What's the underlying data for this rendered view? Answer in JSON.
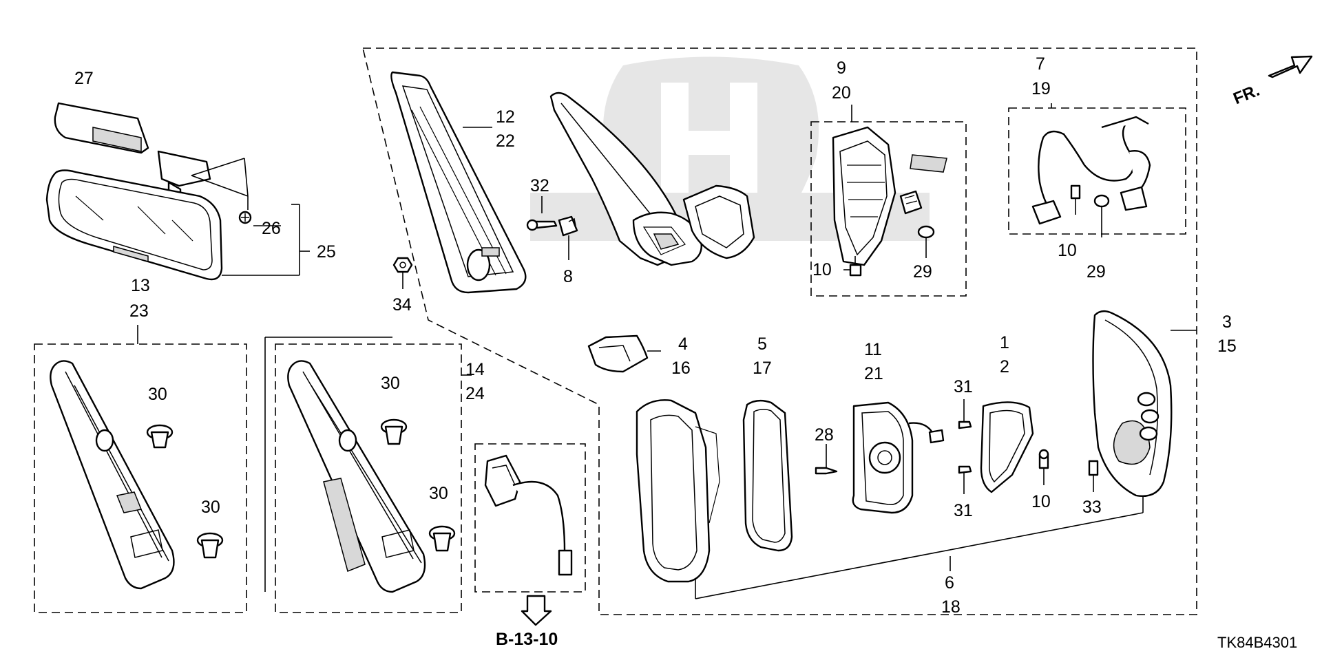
{
  "diagram": {
    "code": "TK84B4301",
    "section_ref": "B-13-10",
    "direction_label": "FR."
  },
  "callouts": [
    {
      "id": "c27",
      "text": "27"
    },
    {
      "id": "c12",
      "text": "12"
    },
    {
      "id": "c22",
      "text": "22"
    },
    {
      "id": "c32",
      "text": "32"
    },
    {
      "id": "c8",
      "text": "8"
    },
    {
      "id": "c26",
      "text": "26"
    },
    {
      "id": "c25",
      "text": "25"
    },
    {
      "id": "c34",
      "text": "34"
    },
    {
      "id": "c13",
      "text": "13"
    },
    {
      "id": "c23",
      "text": "23"
    },
    {
      "id": "c14",
      "text": "14"
    },
    {
      "id": "c24",
      "text": "24"
    },
    {
      "id": "c30a",
      "text": "30"
    },
    {
      "id": "c30b",
      "text": "30"
    },
    {
      "id": "c30c",
      "text": "30"
    },
    {
      "id": "c30d",
      "text": "30"
    },
    {
      "id": "c9",
      "text": "9"
    },
    {
      "id": "c20",
      "text": "20"
    },
    {
      "id": "c10a",
      "text": "10"
    },
    {
      "id": "c29a",
      "text": "29"
    },
    {
      "id": "c7",
      "text": "7"
    },
    {
      "id": "c19",
      "text": "19"
    },
    {
      "id": "c10b",
      "text": "10"
    },
    {
      "id": "c29b",
      "text": "29"
    },
    {
      "id": "c3",
      "text": "3"
    },
    {
      "id": "c15",
      "text": "15"
    },
    {
      "id": "c4",
      "text": "4"
    },
    {
      "id": "c16",
      "text": "16"
    },
    {
      "id": "c5",
      "text": "5"
    },
    {
      "id": "c17",
      "text": "17"
    },
    {
      "id": "c11",
      "text": "11"
    },
    {
      "id": "c21",
      "text": "21"
    },
    {
      "id": "c1",
      "text": "1"
    },
    {
      "id": "c2",
      "text": "2"
    },
    {
      "id": "c31a",
      "text": "31"
    },
    {
      "id": "c31b",
      "text": "31"
    },
    {
      "id": "c28",
      "text": "28"
    },
    {
      "id": "c10c",
      "text": "10"
    },
    {
      "id": "c33",
      "text": "33"
    },
    {
      "id": "c6",
      "text": "6"
    },
    {
      "id": "c18",
      "text": "18"
    }
  ]
}
